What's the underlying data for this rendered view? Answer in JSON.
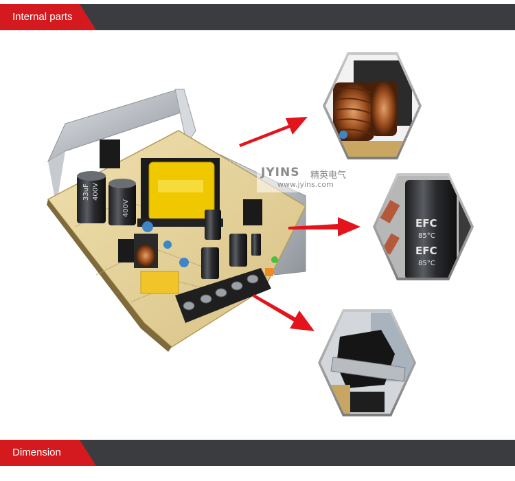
{
  "header": {
    "section_label": "Internal parts"
  },
  "footer": {
    "section_label": "Dimension"
  },
  "watermark": {
    "brand": "JYINS",
    "brand_cn": "精英电气",
    "url": "www.jyins.com"
  },
  "capacitor_text": {
    "main_a": "400V",
    "main_b": "33uF",
    "detail_brand": "EFC",
    "detail_temp": "85°C"
  },
  "colors": {
    "header_bar": "#3b3c40",
    "label_accent": "#d41a1f",
    "arrow": "#e3141b",
    "pcb": "#e9d7a0"
  },
  "icons": [
    "right-arrow-icon"
  ]
}
